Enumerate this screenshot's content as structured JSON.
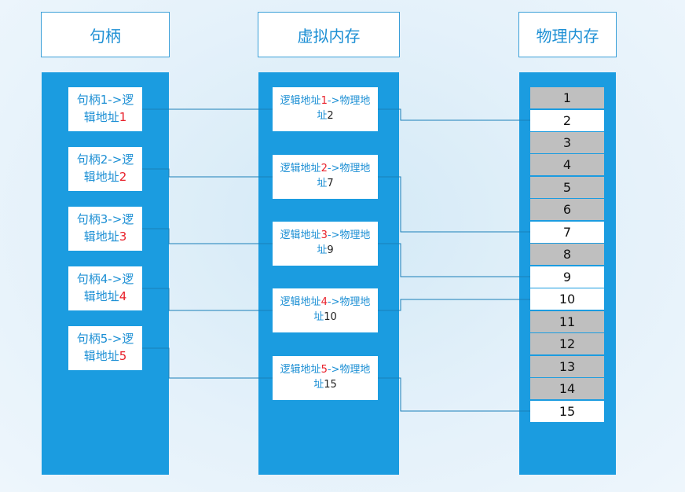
{
  "headers": {
    "handle": "句柄",
    "virtual": "虚拟内存",
    "physical": "物理内存"
  },
  "handles": [
    {
      "prefix": "句柄1->逻",
      "suffix": "辑地址",
      "num": "1"
    },
    {
      "prefix": "句柄2->逻",
      "suffix": "辑地址",
      "num": "2"
    },
    {
      "prefix": "句柄3->逻",
      "suffix": "辑地址",
      "num": "3"
    },
    {
      "prefix": "句柄4->逻",
      "suffix": "辑地址",
      "num": "4"
    },
    {
      "prefix": "句柄5->逻",
      "suffix": "辑地址",
      "num": "5"
    }
  ],
  "virtual_entries": [
    {
      "a": "逻辑地址",
      "num": "1",
      "b": "->物理地",
      "c": "址",
      "target": "2"
    },
    {
      "a": "逻辑地址",
      "num": "2",
      "b": "->物理地",
      "c": "址",
      "target": "7"
    },
    {
      "a": "逻辑地址",
      "num": "3",
      "b": "->物理地",
      "c": "址",
      "target": "9"
    },
    {
      "a": "逻辑地址",
      "num": "4",
      "b": "->物理地",
      "c": "址",
      "target": "10"
    },
    {
      "a": "逻辑地址",
      "num": "5",
      "b": "->物理地",
      "c": "址",
      "target": "15"
    }
  ],
  "physical_cells": [
    {
      "label": "1",
      "used": false
    },
    {
      "label": "2",
      "used": true
    },
    {
      "label": "3",
      "used": false
    },
    {
      "label": "4",
      "used": false
    },
    {
      "label": "5",
      "used": false
    },
    {
      "label": "6",
      "used": false
    },
    {
      "label": "7",
      "used": true
    },
    {
      "label": "8",
      "used": false
    },
    {
      "label": "9",
      "used": true
    },
    {
      "label": "10",
      "used": true
    },
    {
      "label": "11",
      "used": false
    },
    {
      "label": "12",
      "used": false
    },
    {
      "label": "13",
      "used": false
    },
    {
      "label": "14",
      "used": false
    },
    {
      "label": "15",
      "used": true
    }
  ],
  "colors": {
    "column": "#1b9ce0",
    "header_text": "#1c8fd4",
    "highlight_number": "#e8202a",
    "free_cell": "#bfbfbf",
    "used_cell": "#ffffff"
  }
}
